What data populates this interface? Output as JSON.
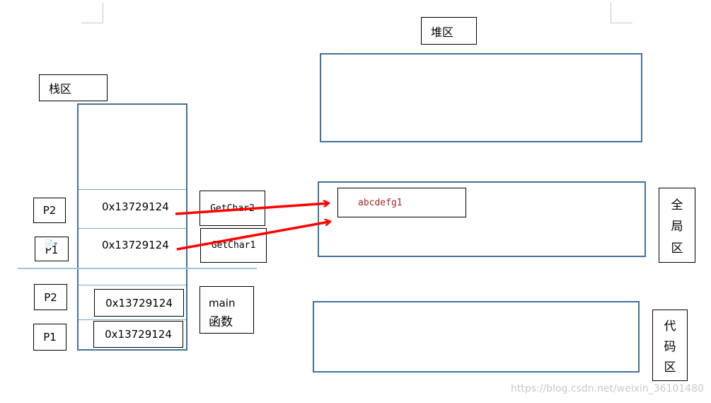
{
  "heap": {
    "title": "堆区"
  },
  "stack": {
    "title": "栈区",
    "rows": [
      {
        "ptr": "P2",
        "addr": "0x13729124",
        "fn": "GetChar2"
      },
      {
        "ptr": "P1",
        "addr": "0x13729124",
        "fn": "GetChar1"
      }
    ],
    "main_rows": [
      {
        "ptr": "P2",
        "addr": "0x13729124"
      },
      {
        "ptr": "P1",
        "addr": "0x13729124"
      }
    ],
    "main_label_1": "main",
    "main_label_2": "函数"
  },
  "global": {
    "chars": [
      "全",
      "局",
      "区"
    ],
    "string": "abcdefg1"
  },
  "code": {
    "chars": [
      "代",
      "码",
      "区"
    ]
  },
  "watermark": "https://blog.csdn.net/weixin_36101480",
  "colors": {
    "box_border": "#41719c",
    "arrow": "#ff0000",
    "string_text": "#a0282b"
  }
}
